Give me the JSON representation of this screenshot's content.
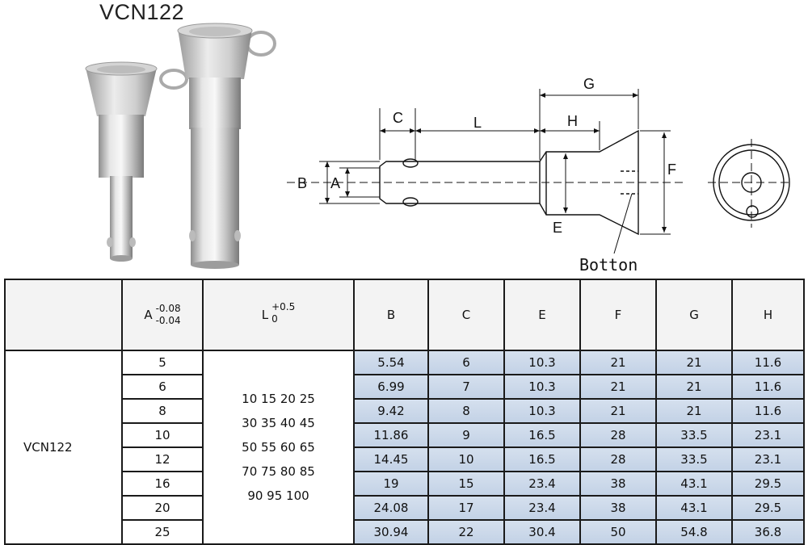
{
  "product_title": "VCN122",
  "drawing": {
    "labels": {
      "A": "A",
      "B": "B",
      "C": "C",
      "L": "L",
      "H": "H",
      "G": "G",
      "E": "E",
      "F": "F"
    },
    "botton_label": "Botton"
  },
  "table": {
    "headers": {
      "A": "A",
      "A_tol_upper": "-0.08",
      "A_tol_lower": "-0.04",
      "L": "L",
      "L_tol_upper": "+0.5",
      "L_tol_lower": "0",
      "B": "B",
      "C": "C",
      "E": "E",
      "F": "F",
      "G": "G",
      "H": "H"
    },
    "series": "VCN122",
    "L_lines": [
      "10  15  20  25",
      "30  35  40  45",
      "50  55  60  65",
      "70  75  80  85",
      "90  95  100"
    ],
    "rows": [
      {
        "A": "5",
        "B": "5.54",
        "C": "6",
        "E": "10.3",
        "F": "21",
        "G": "21",
        "H": "11.6"
      },
      {
        "A": "6",
        "B": "6.99",
        "C": "7",
        "E": "10.3",
        "F": "21",
        "G": "21",
        "H": "11.6"
      },
      {
        "A": "8",
        "B": "9.42",
        "C": "8",
        "E": "10.3",
        "F": "21",
        "G": "21",
        "H": "11.6"
      },
      {
        "A": "10",
        "B": "11.86",
        "C": "9",
        "E": "16.5",
        "F": "28",
        "G": "33.5",
        "H": "23.1"
      },
      {
        "A": "12",
        "B": "14.45",
        "C": "10",
        "E": "16.5",
        "F": "28",
        "G": "33.5",
        "H": "23.1"
      },
      {
        "A": "16",
        "B": "19",
        "C": "15",
        "E": "23.4",
        "F": "38",
        "G": "43.1",
        "H": "29.5"
      },
      {
        "A": "20",
        "B": "24.08",
        "C": "17",
        "E": "23.4",
        "F": "38",
        "G": "43.1",
        "H": "29.5"
      },
      {
        "A": "25",
        "B": "30.94",
        "C": "22",
        "E": "30.4",
        "F": "50",
        "G": "54.8",
        "H": "36.8"
      }
    ]
  }
}
